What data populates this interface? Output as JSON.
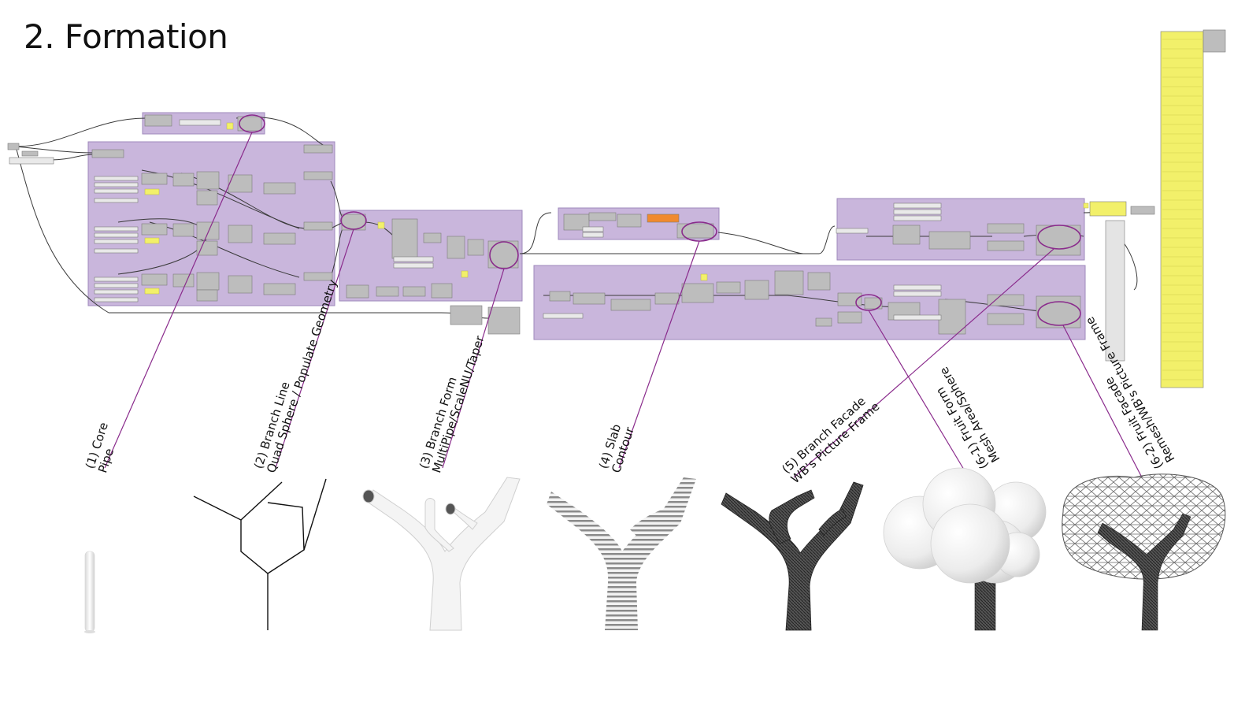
{
  "page": {
    "title": "2. Formation"
  },
  "steps": [
    {
      "id": "core",
      "line1": "(1) Core",
      "line2": "Pipe"
    },
    {
      "id": "branch-line",
      "line1": "(2) Branch Line",
      "line2": "Quad Sphere / Populate Geometry"
    },
    {
      "id": "branch-form",
      "line1": "(3) Branch Form",
      "line2": "MultiPipe/ScaleNU/Taper"
    },
    {
      "id": "slab",
      "line1": "(4) Slab",
      "line2": "Contour"
    },
    {
      "id": "branch-facade",
      "line1": "(5) Branch Facade",
      "line2": "WB's Picture Frame"
    },
    {
      "id": "fruit-form",
      "line1": "(6-1) Fruit Form",
      "line2": "Mesh Area/Sphere"
    },
    {
      "id": "fruit-facade",
      "line1": "(6-2) Fruit Facade",
      "line2": "Remesh/WB's Picture Frame"
    }
  ],
  "colors": {
    "group_fill": "#c9b6dc",
    "group_stroke": "#9e88bb",
    "node": "#bdbdbd",
    "panel_yellow": "#f2f06a",
    "wire": "#3a3a3a",
    "leader": "#8a2b8c"
  }
}
